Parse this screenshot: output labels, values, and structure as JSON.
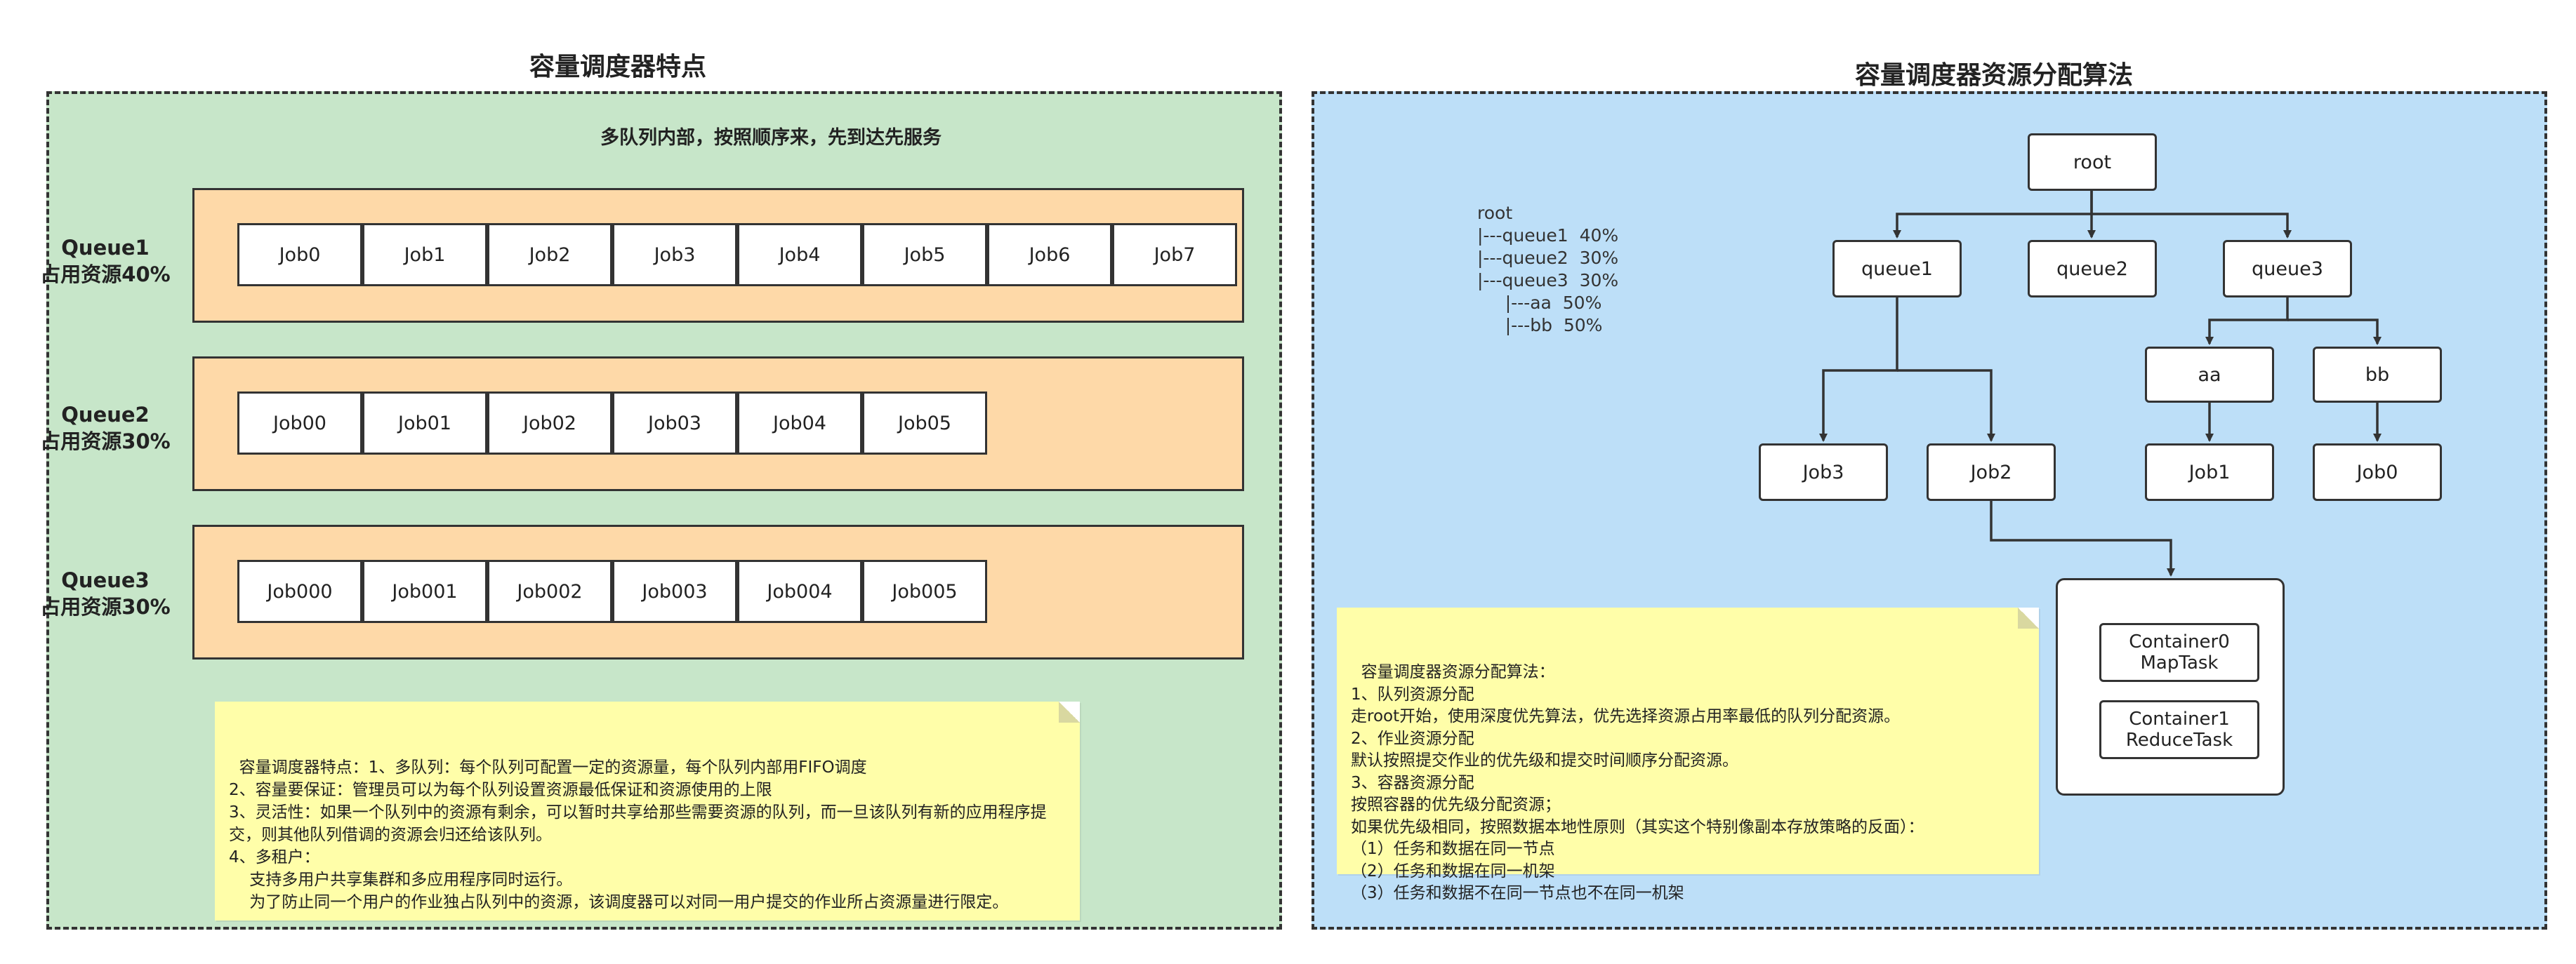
{
  "left": {
    "title": "容量调度器特点",
    "subtitle": "多队列内部，按照顺序来，先到达先服务",
    "queues": [
      {
        "name": "Queue1",
        "share": "占用资源40%",
        "jobs": [
          "Job0",
          "Job1",
          "Job2",
          "Job3",
          "Job4",
          "Job5",
          "Job6",
          "Job7"
        ]
      },
      {
        "name": "Queue2",
        "share": "占用资源30%",
        "jobs": [
          "Job00",
          "Job01",
          "Job02",
          "Job03",
          "Job04",
          "Job05"
        ]
      },
      {
        "name": "Queue3",
        "share": "占用资源30%",
        "jobs": [
          "Job000",
          "Job001",
          "Job002",
          "Job003",
          "Job004",
          "Job005"
        ]
      }
    ],
    "note": "容量调度器特点：1、多队列：每个队列可配置一定的资源量，每个队列内部用FIFO调度\n2、容量要保证：管理员可以为每个队列设置资源最低保证和资源使用的上限\n3、灵活性：如果一个队列中的资源有剩余，可以暂时共享给那些需要资源的队列，而一旦该队列有新的应用程序提交，则其他队列借调的资源会归还给该队列。\n4、多租户：\n    支持多用户共享集群和多应用程序同时运行。\n    为了防止同一个用户的作业独占队列中的资源，该调度器可以对同一用户提交的作业所占资源量进行限定。"
  },
  "right": {
    "title": "容量调度器资源分配算法",
    "tree_text": "root\n|---queue1  40%\n|---queue2  30%\n|---queue3  30%\n     |---aa  50%\n     |---bb  50%",
    "nodes": {
      "root": "root",
      "queue1": "queue1",
      "queue2": "queue2",
      "queue3": "queue3",
      "aa": "aa",
      "bb": "bb",
      "job3": "Job3",
      "job2": "Job2",
      "job1": "Job1",
      "job0": "Job0"
    },
    "containers": [
      {
        "line1": "Container0",
        "line2": "MapTask"
      },
      {
        "line1": "Container1",
        "line2": "ReduceTask"
      }
    ],
    "note": "容量调度器资源分配算法：\n1、队列资源分配\n走root开始，使用深度优先算法，优先选择资源占用率最低的队列分配资源。\n2、作业资源分配\n默认按照提交作业的优先级和提交时间顺序分配资源。\n3、容器资源分配\n按照容器的优先级分配资源；\n如果优先级相同，按照数据本地性原则（其实这个特别像副本存放策略的反面）：\n（1）任务和数据在同一节点\n（2）任务和数据在同一机架\n（3）任务和数据不在同一节点也不在同一机架"
  },
  "colors": {
    "left_panel": "#c7e6c9",
    "right_panel": "#bddff8",
    "queue_fill": "#fed9a8",
    "note_fill": "#fffea9",
    "stroke": "#333333"
  }
}
